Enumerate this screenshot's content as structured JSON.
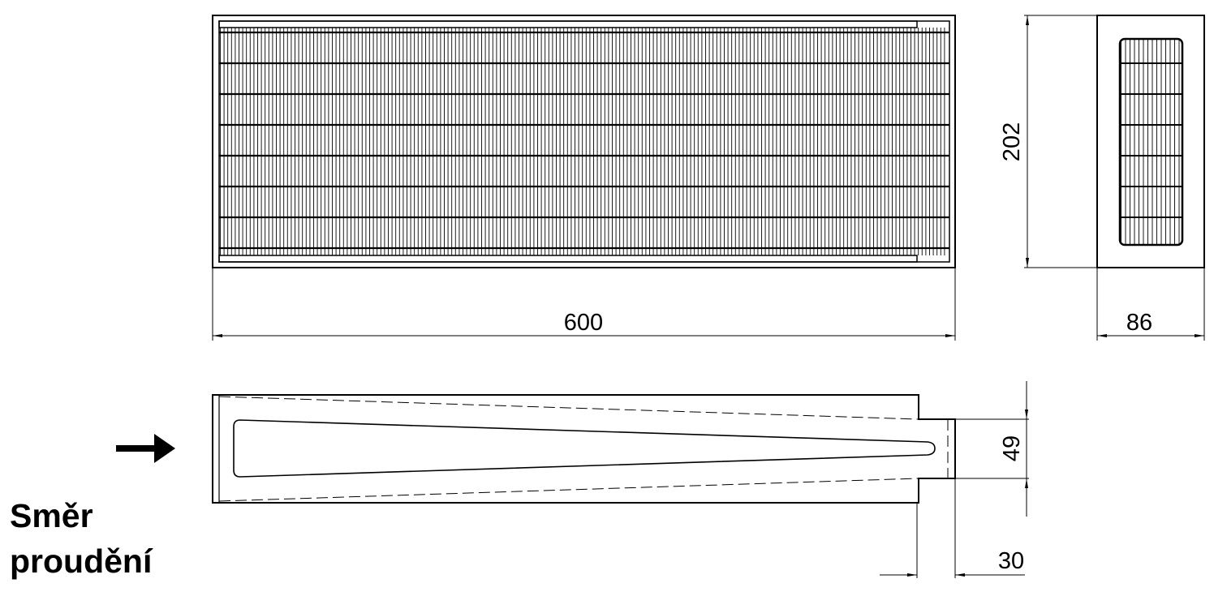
{
  "dimensions": {
    "length": "600",
    "height": "202",
    "depth": "86",
    "pleat_depth": "49",
    "frame_offset": "30"
  },
  "flow_label": {
    "line1": "Směr",
    "line2": "proudění"
  },
  "colors": {
    "line": "#000000",
    "background": "#ffffff"
  }
}
